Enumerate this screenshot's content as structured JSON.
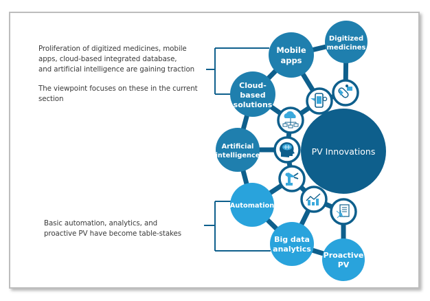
{
  "notes": {
    "top": {
      "lines": [
        "Proliferation of digitized medicines, mobile",
        "apps, cloud-based integrated database,",
        "and artificial intelligence are gaining traction"
      ],
      "lines2": [
        "The viewpoint focuses on these in the current",
        "section"
      ]
    },
    "bottom": {
      "lines": [
        "Basic automation, analytics, and",
        "proactive PV have become table-stakes"
      ]
    }
  },
  "diagram": {
    "center": {
      "label": "PV Innovations"
    },
    "nodes": [
      {
        "id": "mobile-apps",
        "lines": [
          "Mobile",
          "apps"
        ],
        "group": "emerging"
      },
      {
        "id": "digitized-medicines",
        "lines": [
          "Digitized",
          "medicines"
        ],
        "group": "emerging"
      },
      {
        "id": "cloud-based-solutions",
        "lines": [
          "Cloud-",
          "based",
          "solutions"
        ],
        "group": "emerging"
      },
      {
        "id": "artificial-intelligence",
        "lines": [
          "Artificial",
          "intelligence"
        ],
        "group": "emerging"
      },
      {
        "id": "automation",
        "lines": [
          "Automation"
        ],
        "group": "table-stakes"
      },
      {
        "id": "big-data-analytics",
        "lines": [
          "Big data",
          "analytics"
        ],
        "group": "table-stakes"
      },
      {
        "id": "proactive-pv",
        "lines": [
          "Proactive",
          "PV"
        ],
        "group": "table-stakes"
      }
    ],
    "icons": [
      {
        "id": "mobile",
        "name": "smartphone-icon"
      },
      {
        "id": "pill",
        "name": "pill-icon"
      },
      {
        "id": "cloud",
        "name": "cloud-network-icon"
      },
      {
        "id": "brain",
        "name": "brain-head-icon"
      },
      {
        "id": "robot",
        "name": "robot-arm-icon"
      },
      {
        "id": "chart",
        "name": "bar-chart-icon"
      },
      {
        "id": "doc",
        "name": "document-network-icon"
      }
    ],
    "colors": {
      "dark_blue": "#0e5f8c",
      "mid_blue": "#1f7fae",
      "light_blue": "#29a3dc",
      "icon_light": "#3ba9dc",
      "text_gray": "#3a3a3a"
    }
  }
}
